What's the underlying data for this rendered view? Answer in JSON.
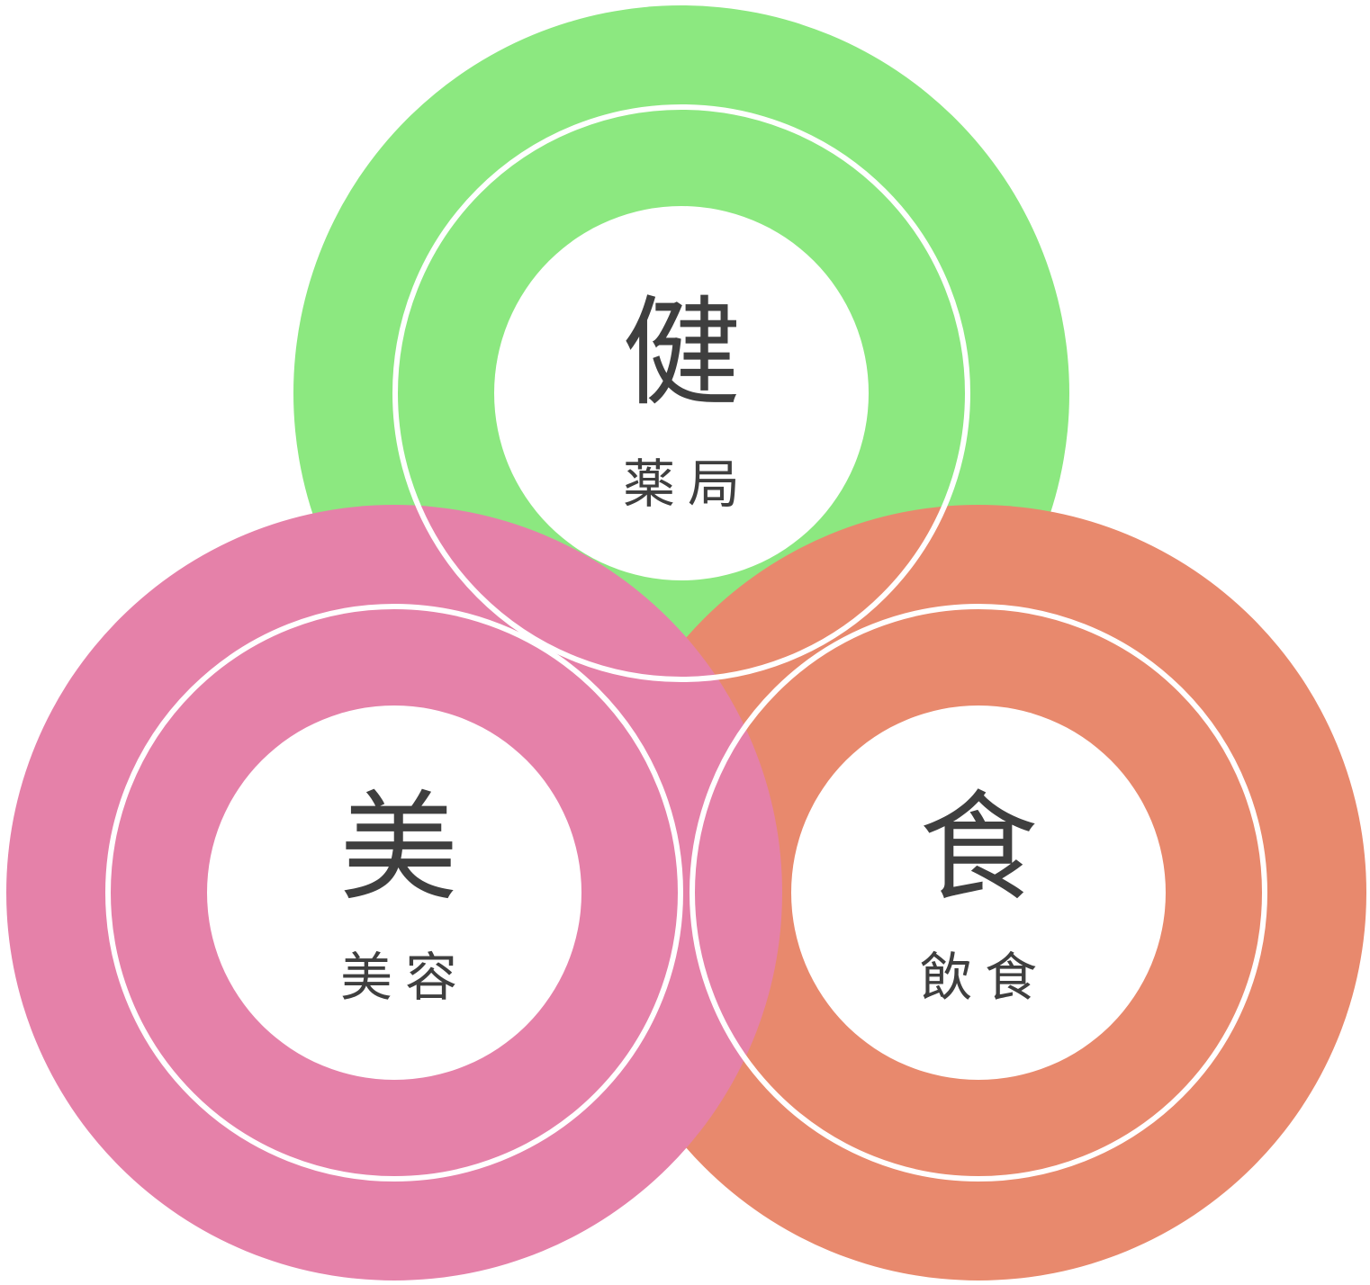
{
  "diagram": {
    "colors": {
      "health": "#8ce880",
      "beauty": "#e581a9",
      "food": "#e8896d",
      "background": "#ffffff",
      "text": "#3f3f3f"
    },
    "nodes": [
      {
        "id": "health",
        "char": "健",
        "label": "薬局"
      },
      {
        "id": "beauty",
        "char": "美",
        "label": "美容"
      },
      {
        "id": "food",
        "char": "食",
        "label": "飲食"
      }
    ]
  }
}
